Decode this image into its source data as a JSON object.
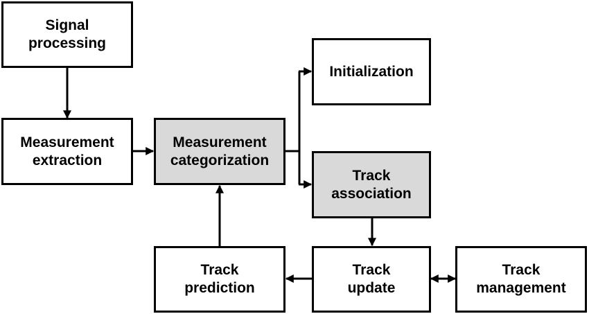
{
  "colors": {
    "border": "#000000",
    "fill": "#ffffff",
    "highlight": "#d9d9d9",
    "arrow": "#000000"
  },
  "nodes": {
    "signal_processing": {
      "line1": "Signal",
      "line2": "processing",
      "highlighted": false
    },
    "measurement_extraction": {
      "line1": "Measurement",
      "line2": "extraction",
      "highlighted": false
    },
    "measurement_categorization": {
      "line1": "Measurement",
      "line2": "categorization",
      "highlighted": true
    },
    "initialization": {
      "line1": "Initialization",
      "highlighted": false
    },
    "track_association": {
      "line1": "Track",
      "line2": "association",
      "highlighted": true
    },
    "track_prediction": {
      "line1": "Track",
      "line2": "prediction",
      "highlighted": false
    },
    "track_update": {
      "line1": "Track",
      "line2": "update",
      "highlighted": false
    },
    "track_management": {
      "line1": "Track",
      "line2": "management",
      "highlighted": false
    }
  },
  "edges": [
    {
      "from": "signal_processing",
      "to": "measurement_extraction",
      "bidirectional": false
    },
    {
      "from": "measurement_extraction",
      "to": "measurement_categorization",
      "bidirectional": false
    },
    {
      "from": "measurement_categorization",
      "to": "initialization",
      "bidirectional": false
    },
    {
      "from": "measurement_categorization",
      "to": "track_association",
      "bidirectional": false
    },
    {
      "from": "track_association",
      "to": "track_update",
      "bidirectional": false
    },
    {
      "from": "track_update",
      "to": "track_prediction",
      "bidirectional": false
    },
    {
      "from": "track_prediction",
      "to": "measurement_categorization",
      "bidirectional": false
    },
    {
      "from": "track_update",
      "to": "track_management",
      "bidirectional": true
    }
  ]
}
